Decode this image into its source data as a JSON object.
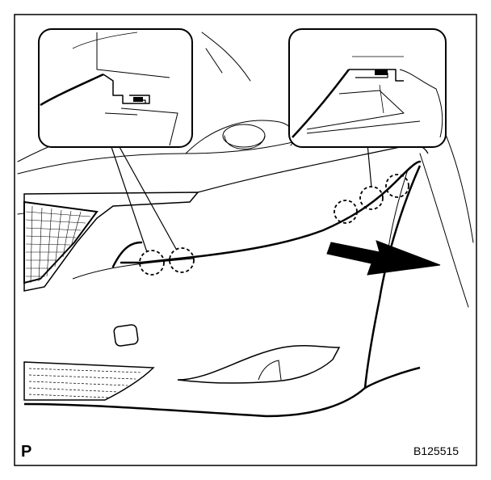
{
  "labels": {
    "page_marker": "P",
    "figure_code": "B125515"
  },
  "colors": {
    "line": "#000000",
    "background": "#ffffff"
  },
  "callouts": {
    "left_detail": "clip-detail-left",
    "right_detail": "clip-detail-right"
  },
  "clip_count": {
    "left_group": 2,
    "right_group": 3
  },
  "arrow": {
    "meaning": "pull-direction-icon"
  }
}
